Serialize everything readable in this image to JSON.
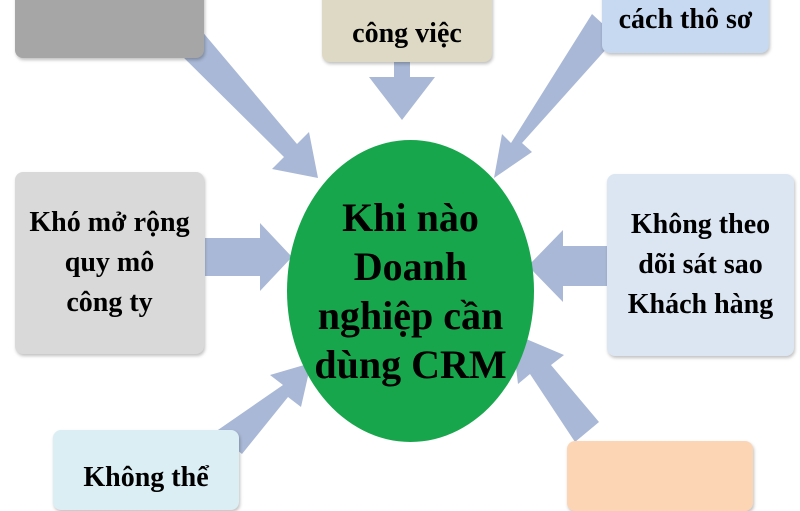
{
  "center": {
    "lines": [
      "Khi nào",
      "Doanh",
      "nghiệp cần",
      "dùng CRM"
    ],
    "color": "#17a64b"
  },
  "boxes": {
    "top_left": {
      "lines": [],
      "color": "#a6a6a6"
    },
    "top_center": {
      "lines": [
        "công việc"
      ],
      "color": "#ddd9c4"
    },
    "top_right": {
      "lines": [
        "cách thô sơ"
      ],
      "color": "#c6d9f1"
    },
    "mid_left": {
      "lines": [
        "Khó mở rộng",
        "quy mô",
        "công ty"
      ],
      "color": "#d9d9d9"
    },
    "mid_right": {
      "lines": [
        "Không theo",
        "dõi sát sao",
        "Khách hàng"
      ],
      "color": "#dce6f2"
    },
    "bottom_left": {
      "lines": [
        "Không thể"
      ],
      "color": "#dbeef4"
    },
    "bottom_right": {
      "lines": [],
      "color": "#fcd5b5"
    }
  },
  "arrow_color": "#a9b8d6"
}
